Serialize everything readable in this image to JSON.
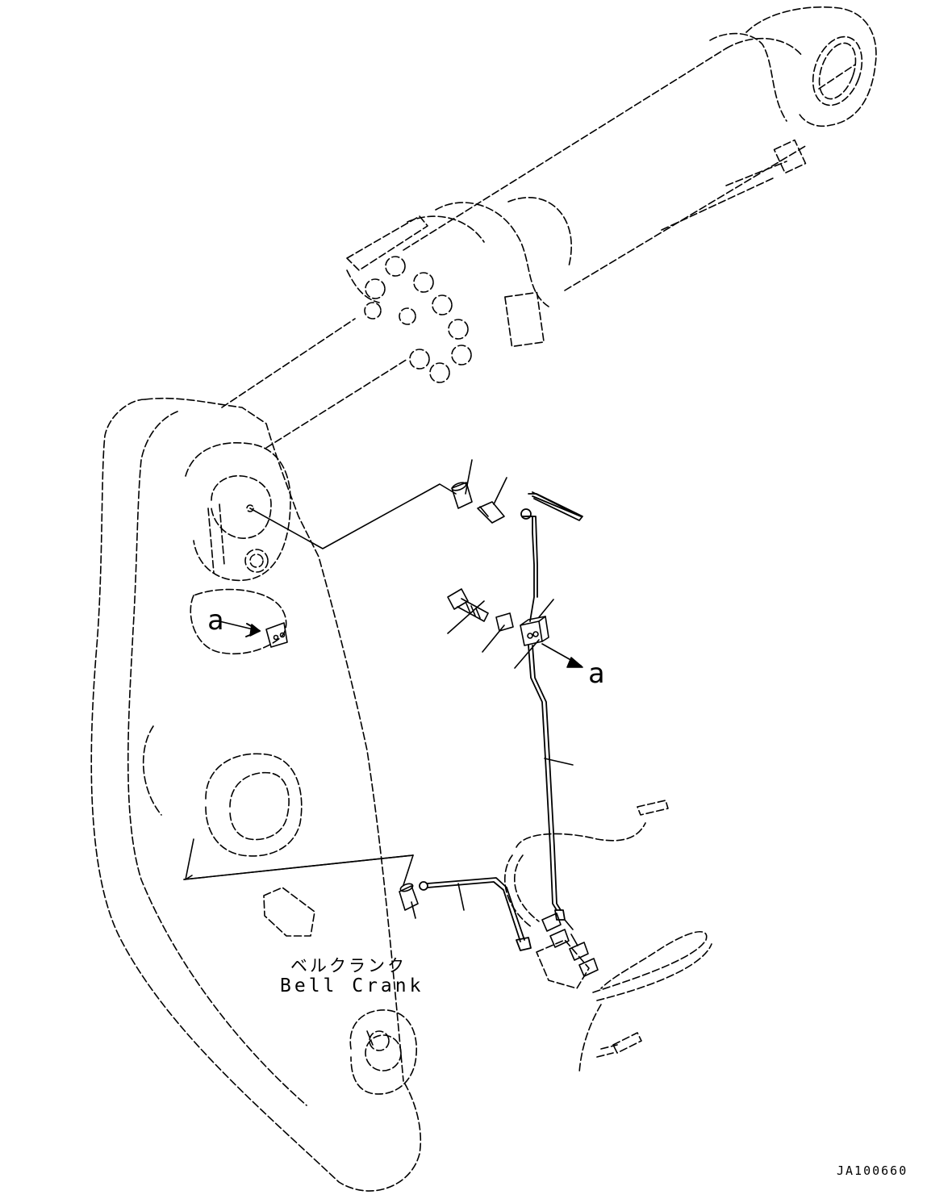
{
  "view_labels": {
    "left": "a",
    "right": "a"
  },
  "part_label": {
    "japanese": "ベルクランク",
    "english": "Bell Crank"
  },
  "drawing_code": "JA100660",
  "colors": {
    "line": "#000000",
    "background": "#ffffff"
  }
}
